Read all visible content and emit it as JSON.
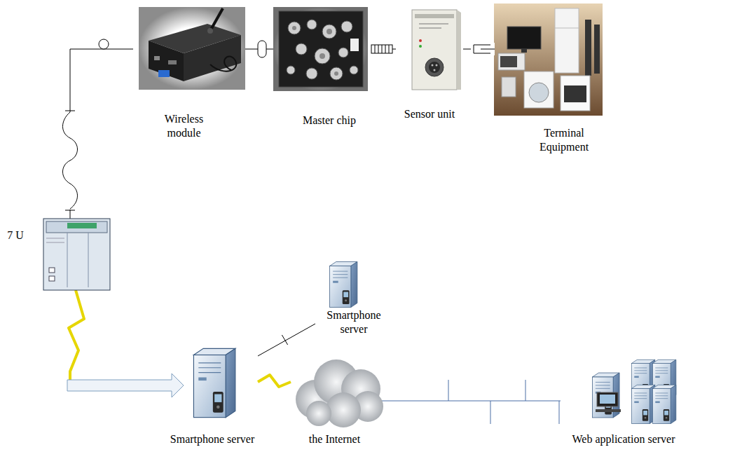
{
  "diagram": {
    "nodes": [
      {
        "text": [
          "Wireless module"
        ]
      },
      {
        "text": [
          "Master chip"
        ]
      },
      {
        "text": [
          "Sensor unit"
        ]
      },
      {
        "text": [
          "Terminal Equipment"
        ]
      },
      {
        "text": [
          "7 U"
        ]
      },
      {
        "text": [
          "Smartphone server"
        ]
      },
      {
        "text": [
          "Smartphone server"
        ]
      },
      {
        "text": [
          "the Internet"
        ]
      },
      {
        "text": [
          "Web application server"
        ]
      }
    ],
    "edges": [
      {
        "from": 0,
        "to": 1,
        "arrow": "none"
      },
      {
        "from": 1,
        "to": 2,
        "arrow": "none"
      },
      {
        "from": 2,
        "to": 3,
        "arrow": "none"
      },
      {
        "from": 0,
        "to": 4,
        "arrow": "none"
      },
      {
        "from": 4,
        "to": 6,
        "arrow": "to"
      },
      {
        "from": 6,
        "to": 5,
        "arrow": "none"
      },
      {
        "from": 6,
        "to": 7,
        "arrow": "none"
      },
      {
        "from": 7,
        "to": 8,
        "arrow": "none"
      }
    ]
  }
}
